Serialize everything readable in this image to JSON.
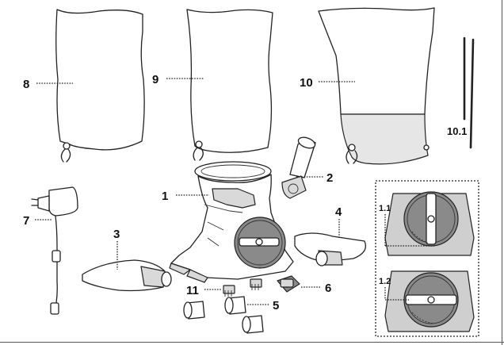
{
  "labels": {
    "p1": "1",
    "p2": "2",
    "p3": "3",
    "p4": "4",
    "p5": "5",
    "p6": "6",
    "p7": "7",
    "p8": "8",
    "p9": "9",
    "p10": "10",
    "p10_1": "10.1",
    "p11": "11",
    "p1_1": "1.1",
    "p1_2": "1.2"
  },
  "colors": {
    "ink": "#222222",
    "filter_band": "#e6e6e6",
    "dial": "#8a8a8a",
    "light_fill": "#d9d9d9"
  }
}
